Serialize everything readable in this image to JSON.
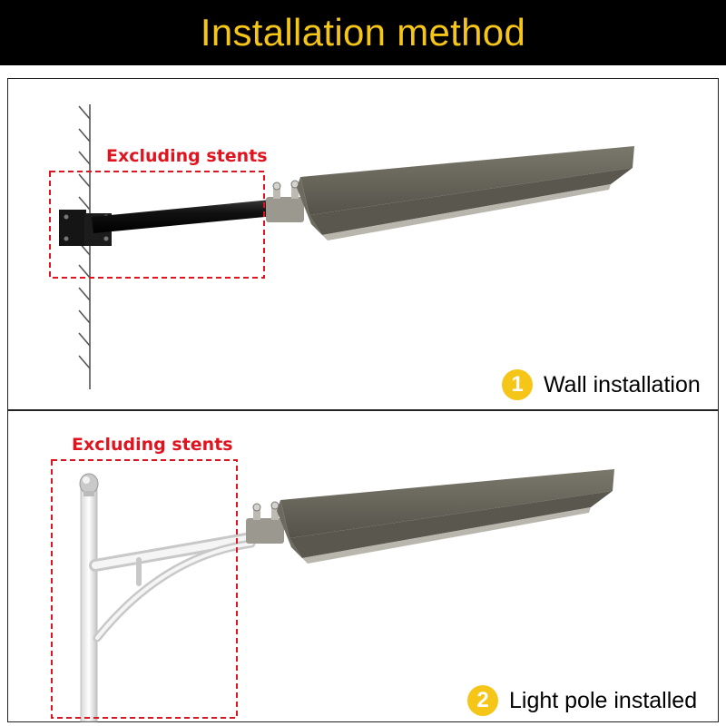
{
  "header": {
    "title": "Installation method"
  },
  "colors": {
    "header_bg": "#000000",
    "title": "#f5c518",
    "stent_box": "#e0141e",
    "badge": "#f5c518",
    "lamp_body": "#5e5b50"
  },
  "panels": [
    {
      "stent_label": "Excluding stents",
      "badge_number": "1",
      "caption": "Wall installation",
      "badge_icon": "number-one-circle-icon"
    },
    {
      "stent_label": "Excluding stents",
      "badge_number": "2",
      "caption": "Light pole installed",
      "badge_icon": "number-two-circle-icon"
    }
  ]
}
